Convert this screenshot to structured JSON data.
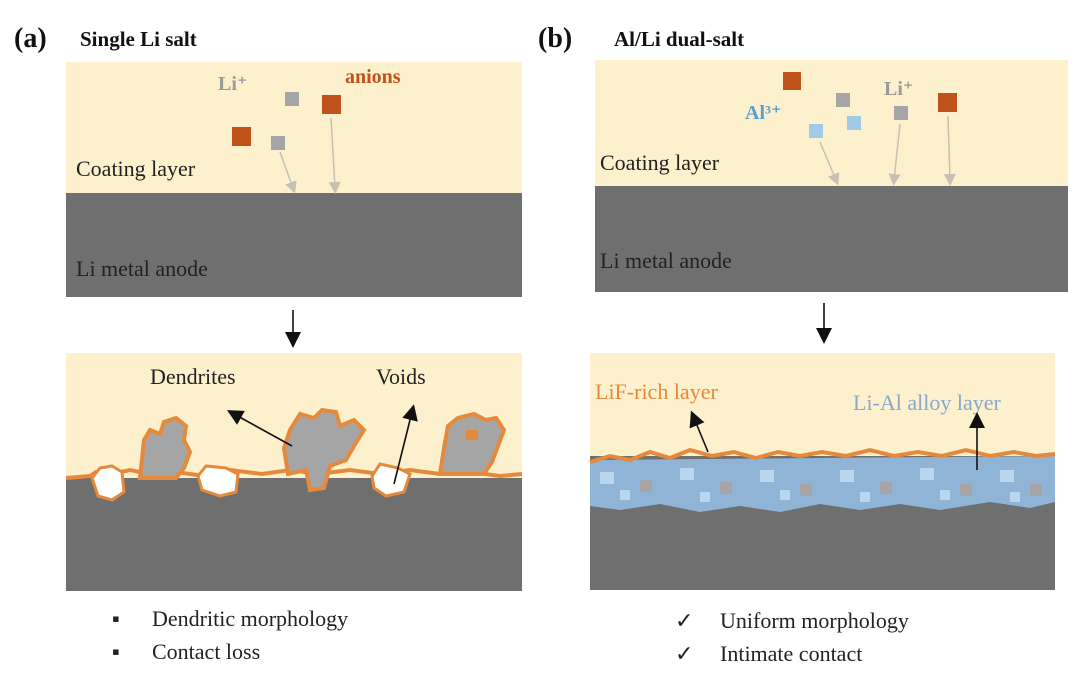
{
  "panel_a": {
    "letter": "(a)",
    "title": "Single Li salt",
    "li_label": "Li⁺",
    "anions_label": "anions",
    "coating_label": "Coating layer",
    "anode_label": "Li metal anode",
    "dendrites_label": "Dendrites",
    "voids_label": "Voids",
    "bullets": [
      "Dendritic morphology",
      "Contact loss"
    ],
    "bullet_symbol": "▪"
  },
  "panel_b": {
    "letter": "(b)",
    "title": "Al/Li dual-salt",
    "al_label": "Al³⁺",
    "li_label": "Li⁺",
    "coating_label": "Coating layer",
    "anode_label": "Li metal anode",
    "lif_label": "LiF-rich layer",
    "alloy_label": "Li-Al alloy layer",
    "bullets": [
      "Uniform morphology",
      "Intimate contact"
    ],
    "bullet_symbol": "✓"
  },
  "colors": {
    "coating": "#fdf0cc",
    "anode": "#6f6f6f",
    "anion": "#c0521c",
    "li_ion": "#a5a5a5",
    "al_ion": "#9fcbe6",
    "orange_edge": "#e58a3c",
    "alloy": "#8fb4d6"
  }
}
